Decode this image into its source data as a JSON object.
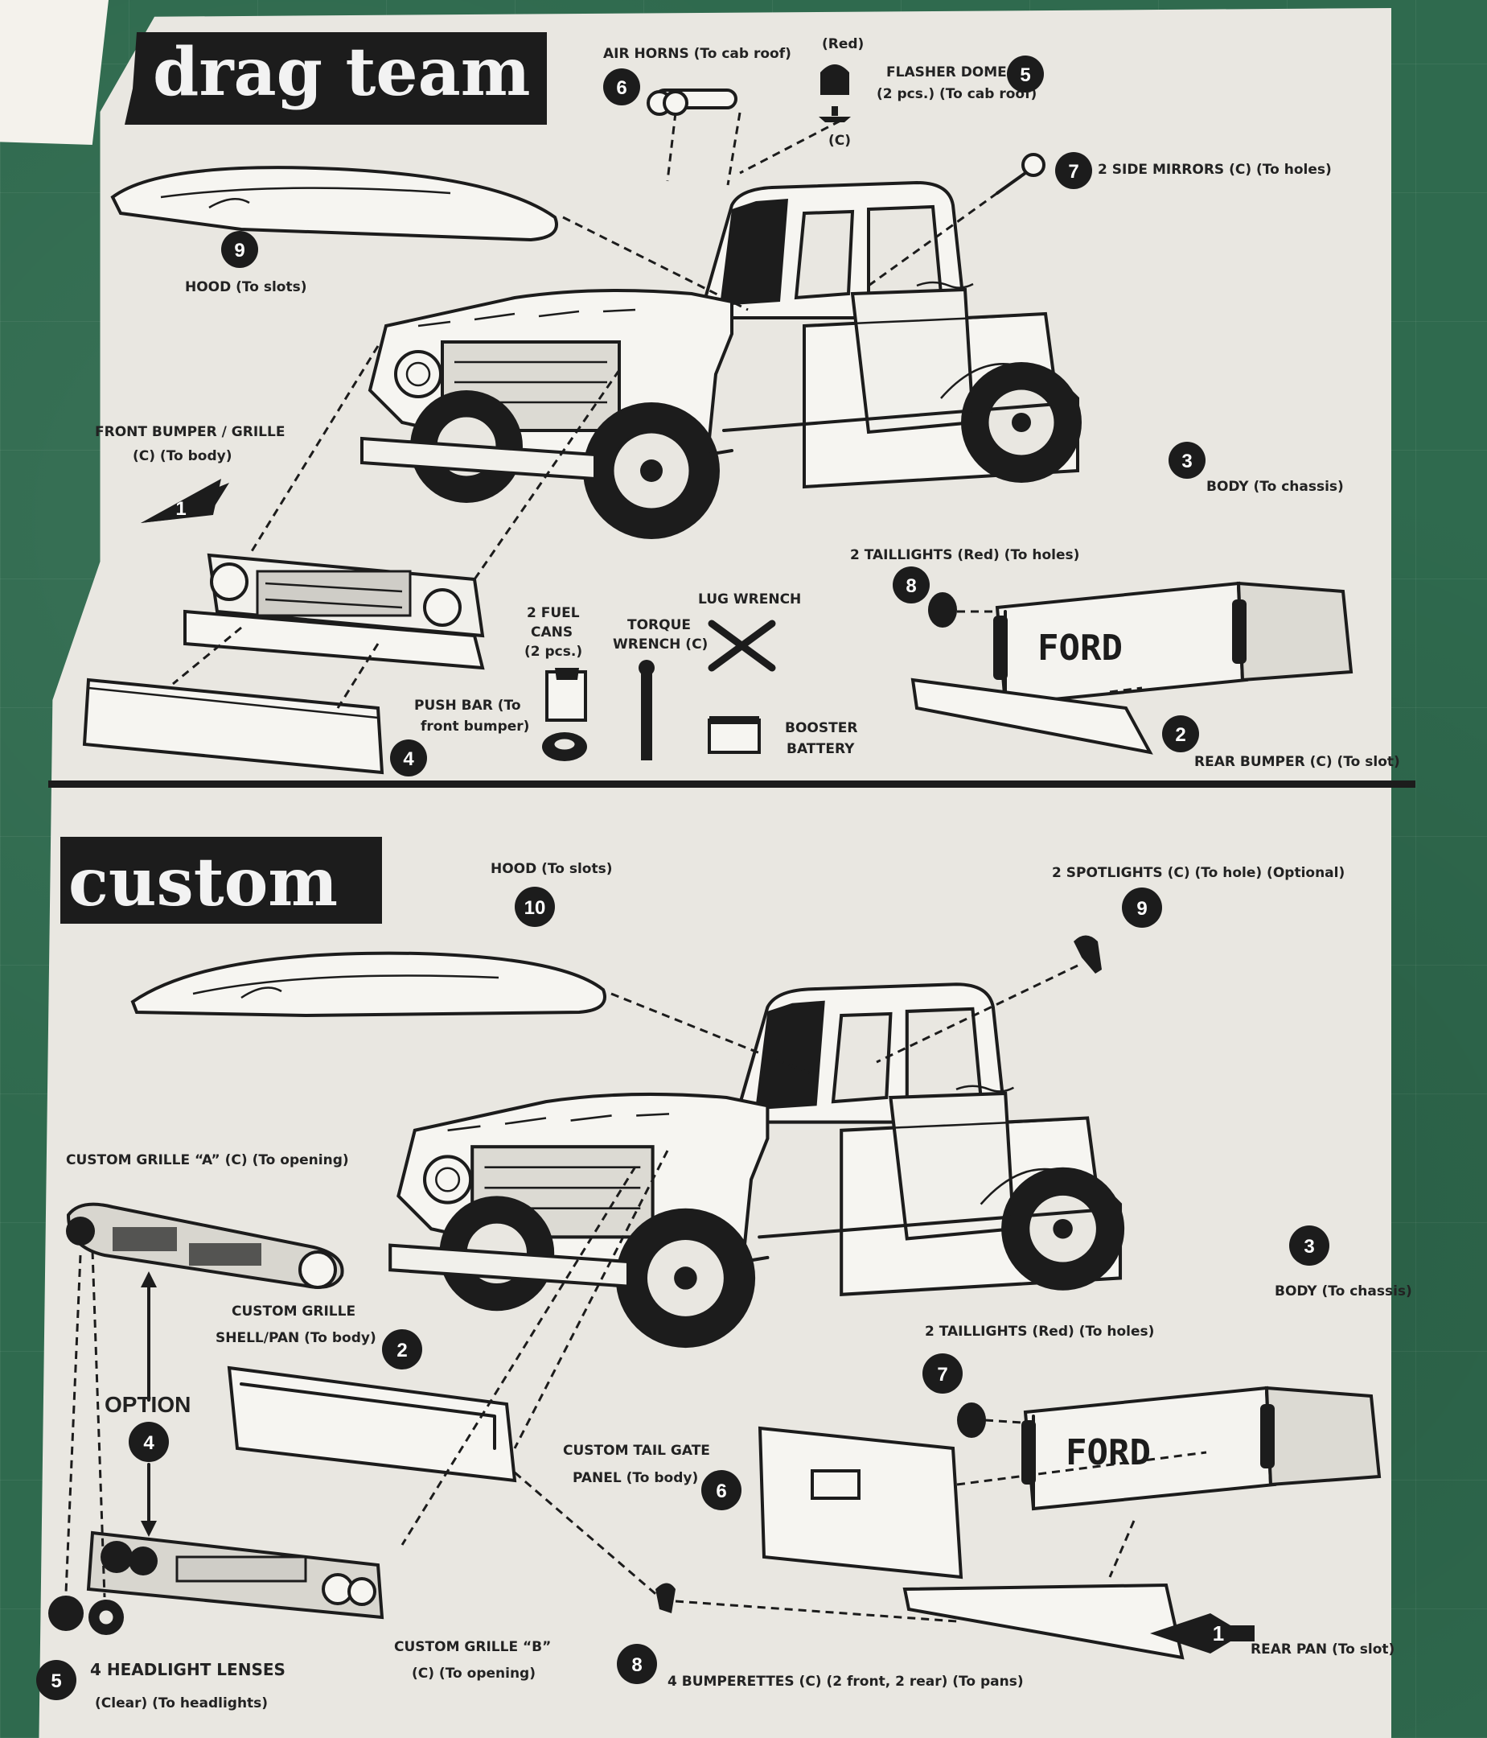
{
  "sections": {
    "top_title": "drag team",
    "bottom_title": "custom"
  },
  "top": {
    "callouts": [
      {
        "num": "6",
        "text": "AIR HORNS (To cab roof)"
      },
      {
        "num": "5",
        "text": "FLASHER DOME",
        "text2": "(2 pcs.) (To cab roof)"
      },
      {
        "num": "7",
        "text": "2 SIDE MIRRORS (C) (To holes)"
      },
      {
        "num": "9",
        "text": "HOOD (To slots)"
      },
      {
        "num": "1",
        "text": "FRONT BUMPER / GRILLE",
        "text2": "(C) (To body)"
      },
      {
        "num": "3",
        "text": "BODY (To chassis)"
      },
      {
        "num": "8",
        "text": "2 TAILLIGHTS (Red) (To holes)"
      },
      {
        "num": "4",
        "text": "PUSH BAR (To",
        "text2": "front bumper)"
      },
      {
        "num": "2",
        "text": "REAR BUMPER (C) (To slot)"
      }
    ],
    "red_label": "(Red)",
    "c_label": "(C)",
    "accessories": {
      "fuel_cans": [
        "2 FUEL",
        "CANS",
        "(2 pcs.)"
      ],
      "torque_wrench": [
        "TORQUE",
        "WRENCH (C)"
      ],
      "lug_wrench": "LUG WRENCH",
      "booster_battery": [
        "BOOSTER",
        "BATTERY"
      ]
    }
  },
  "bottom": {
    "callouts": [
      {
        "num": "10",
        "text": "HOOD (To slots)"
      },
      {
        "num": "9",
        "text": "2 SPOTLIGHTS (C) (To hole) (Optional)"
      },
      {
        "num": "",
        "text": "CUSTOM GRILLE “A” (C) (To opening)"
      },
      {
        "num": "2",
        "text": "CUSTOM GRILLE",
        "text2": "SHELL/PAN (To body)"
      },
      {
        "num": "3",
        "text": "BODY (To chassis)"
      },
      {
        "num": "7",
        "text": "2 TAILLIGHTS (Red) (To holes)"
      },
      {
        "num": "4",
        "text": "OPTION"
      },
      {
        "num": "6",
        "text": "CUSTOM TAIL GATE",
        "text2": "PANEL (To body)"
      },
      {
        "num": "5",
        "text": "4 HEADLIGHT LENSES",
        "text2": "(Clear) (To headlights)"
      },
      {
        "num": "",
        "text": "CUSTOM GRILLE “B”",
        "text2": "(C) (To opening)"
      },
      {
        "num": "8",
        "text": "4 BUMPERETTES (C) (2 front, 2 rear) (To pans)"
      },
      {
        "num": "1",
        "text": "REAR PAN (To slot)"
      }
    ]
  },
  "tailgate_lettering": "FORD"
}
